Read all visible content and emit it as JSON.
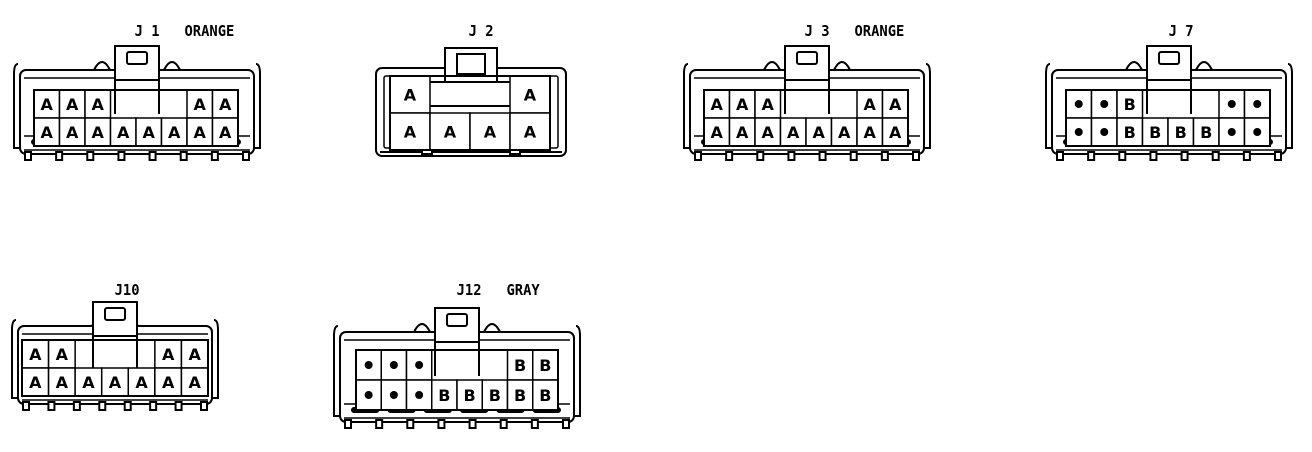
{
  "connectors": [
    {
      "id": "J1",
      "name": "J 1",
      "color": "ORANGE",
      "rows": [
        [
          "A",
          "A",
          "A",
          "",
          "",
          "",
          "A",
          "A"
        ],
        [
          "A",
          "A",
          "A",
          "A",
          "A",
          "A",
          "A",
          "A"
        ]
      ]
    },
    {
      "id": "J2",
      "name": "J 2",
      "color": "",
      "rows": [
        [
          "A",
          "",
          "",
          "A"
        ],
        [
          "A",
          "A",
          "A",
          "A"
        ]
      ]
    },
    {
      "id": "J3",
      "name": "J 3",
      "color": "ORANGE",
      "rows": [
        [
          "A",
          "A",
          "A",
          "",
          "",
          "",
          "A",
          "A"
        ],
        [
          "A",
          "A",
          "A",
          "A",
          "A",
          "A",
          "A",
          "A"
        ]
      ]
    },
    {
      "id": "J7",
      "name": "J 7",
      "color": "",
      "rows": [
        [
          "dot",
          "dot",
          "B",
          "",
          "",
          "",
          "dot",
          "dot"
        ],
        [
          "dot",
          "dot",
          "B",
          "B",
          "B",
          "B",
          "dot",
          "dot"
        ]
      ]
    },
    {
      "id": "J10",
      "name": "J10",
      "color": "",
      "rows": [
        [
          "A",
          "A",
          "",
          "",
          "",
          "A",
          "A"
        ],
        [
          "A",
          "A",
          "A",
          "A",
          "A",
          "A",
          "A"
        ]
      ]
    },
    {
      "id": "J12",
      "name": "J12",
      "color": "GRAY",
      "rows": [
        [
          "dot",
          "dot",
          "dot",
          "",
          "",
          "",
          "B",
          "B"
        ],
        [
          "dot",
          "dot",
          "dot",
          "B",
          "B",
          "B",
          "B",
          "B"
        ]
      ]
    }
  ]
}
